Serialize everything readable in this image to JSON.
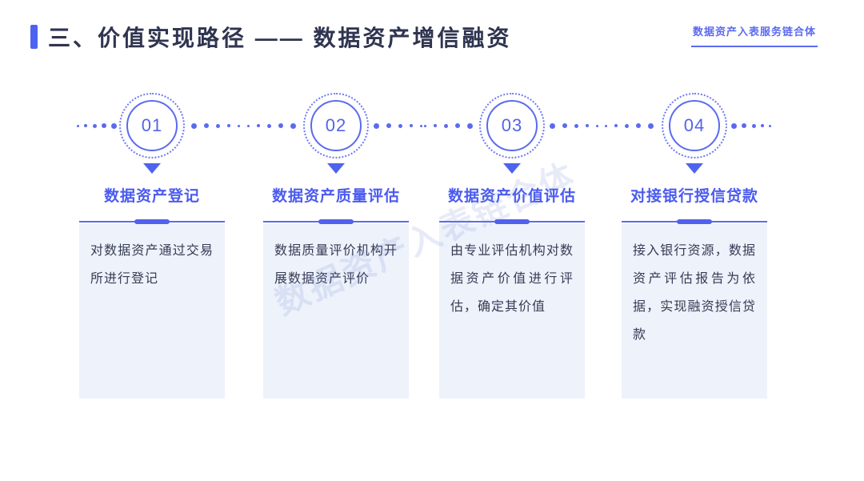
{
  "slide": {
    "title": "三、价值实现路径 —— 数据资产增信融资",
    "corner_label": "数据资产入表服务链合体",
    "watermark": "数据资产入表链合体"
  },
  "colors": {
    "accent_blue": "#5b6af0",
    "title_text": "#2f3450",
    "body_text": "#363b54",
    "card_background": "#eef2fb"
  },
  "steps": [
    {
      "number": "01",
      "title": "数据资产登记",
      "description": "对数据资产通过交易所进行登记"
    },
    {
      "number": "02",
      "title": "数据资产质量评估",
      "description": "数据质量评价机构开展数据资产评价"
    },
    {
      "number": "03",
      "title": "数据资产价值评估",
      "description": "由专业评估机构对数据资产价值进行评估，确定其价值"
    },
    {
      "number": "04",
      "title": "对接银行授信贷款",
      "description": "接入银行资源，数据资产评估报告为依据，实现融资授信贷款"
    }
  ]
}
